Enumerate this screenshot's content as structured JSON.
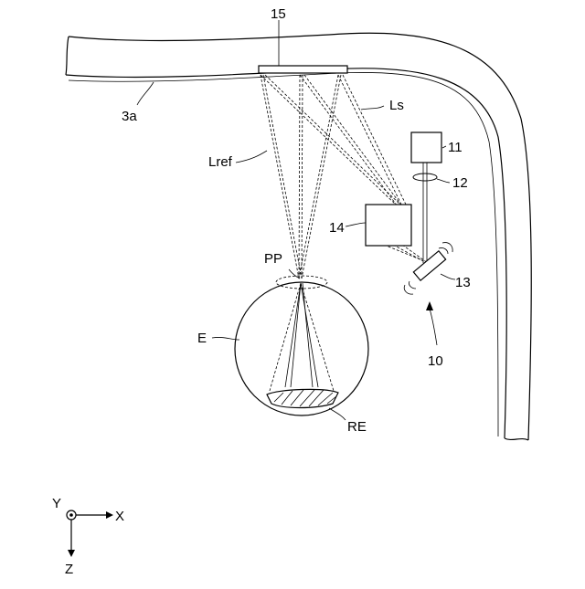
{
  "labels": {
    "ref_15": "15",
    "ref_3a": "3a",
    "ref_Ls": "Ls",
    "ref_Lref": "Lref",
    "ref_11": "11",
    "ref_12": "12",
    "ref_14": "14",
    "ref_13": "13",
    "ref_PP": "PP",
    "ref_E": "E",
    "ref_10": "10",
    "ref_RE": "RE"
  },
  "axes": {
    "y": "Y",
    "x": "X",
    "z": "Z"
  }
}
